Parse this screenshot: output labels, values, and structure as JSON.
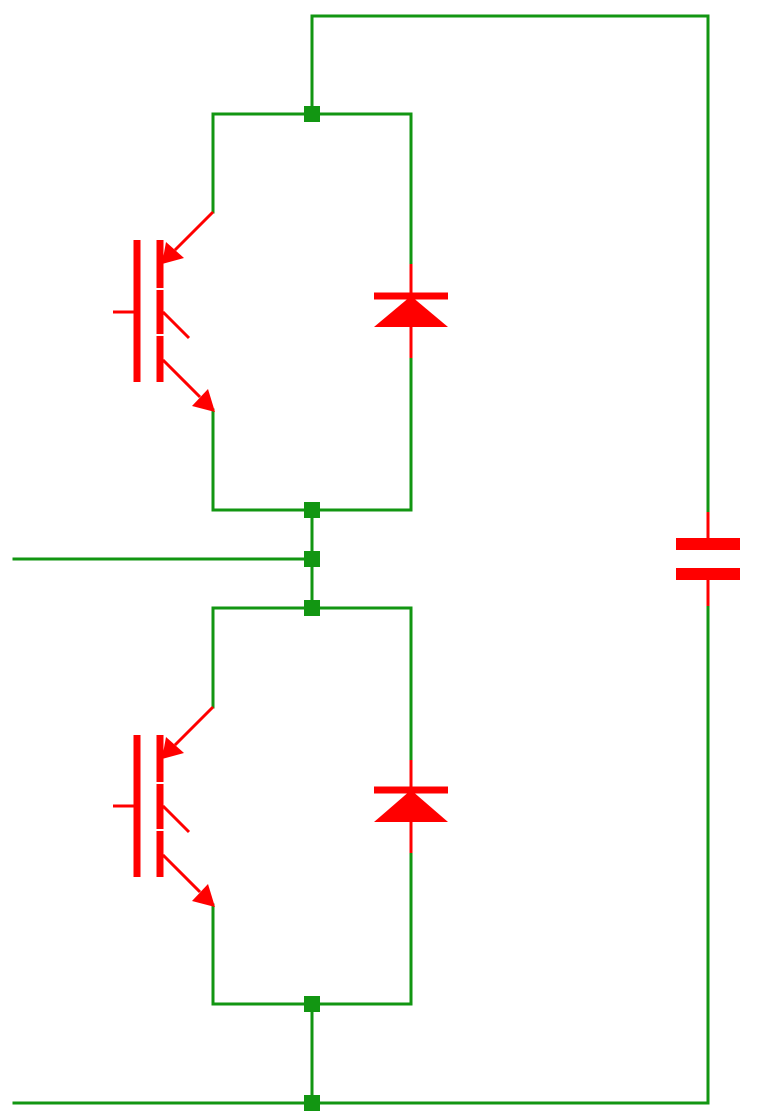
{
  "colors": {
    "wire": "#129612",
    "component": "#ff0000",
    "background": "#ffffff"
  },
  "components": [
    {
      "id": "igbt-upper",
      "kind": "igbt"
    },
    {
      "id": "igbt-lower",
      "kind": "igbt"
    },
    {
      "id": "diode-upper",
      "kind": "diode"
    },
    {
      "id": "diode-lower",
      "kind": "diode"
    },
    {
      "id": "capacitor-dc-link",
      "kind": "capacitor"
    }
  ]
}
